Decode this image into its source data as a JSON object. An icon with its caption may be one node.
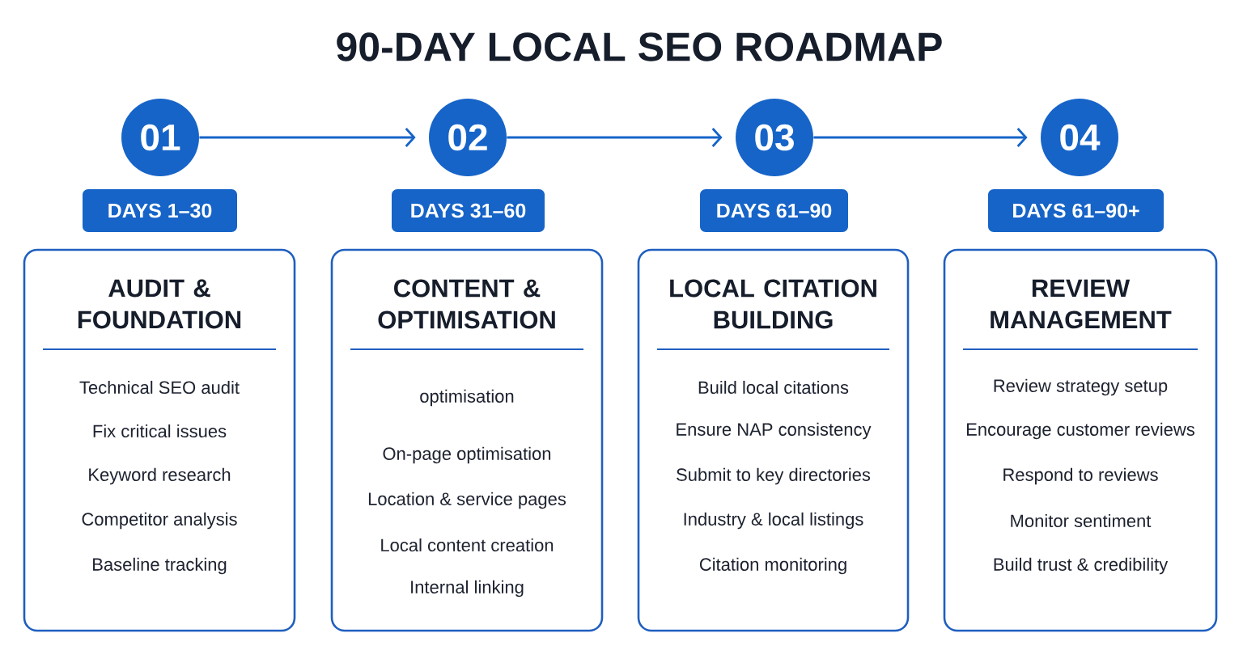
{
  "diagram": {
    "title": "90-DAY LOCAL SEO ROADMAP",
    "nodes": [
      {
        "text": [
          "01"
        ]
      },
      {
        "text": [
          "02"
        ]
      },
      {
        "text": [
          "03"
        ]
      },
      {
        "text": [
          "04"
        ]
      },
      {
        "text": [
          "DAYS 1–30"
        ]
      },
      {
        "text": [
          "DAYS 31–60"
        ]
      },
      {
        "text": [
          "DAYS 61–90"
        ]
      },
      {
        "text": [
          "DAYS 61–90+"
        ]
      },
      {
        "text": [
          "AUDIT & FOUNDATION",
          "Technical SEO audit",
          "Fix critical issues",
          "Keyword research",
          "Competitor analysis",
          "Baseline tracking"
        ]
      },
      {
        "text": [
          "CONTENT & OPTIMISATION",
          "optimisation",
          "On-page optimisation",
          "Location & service pages",
          "Local content creation",
          "Internal linking"
        ]
      },
      {
        "text": [
          "LOCAL CITATION BUILDING",
          "Build local citations",
          "Ensure NAP consistency",
          "Submit to key directories",
          "Industry & local listings",
          "Citation monitoring"
        ]
      },
      {
        "text": [
          "REVIEW MANAGEMENT",
          "Review strategy setup",
          "Encourage customer reviews",
          "Respond to reviews",
          "Monitor sentiment",
          "Build trust & credibility"
        ]
      }
    ],
    "edges": [
      {
        "from": 0,
        "to": 1,
        "arrow": "to"
      },
      {
        "from": 1,
        "to": 2,
        "arrow": "to"
      },
      {
        "from": 2,
        "to": 3,
        "arrow": "to"
      }
    ]
  }
}
